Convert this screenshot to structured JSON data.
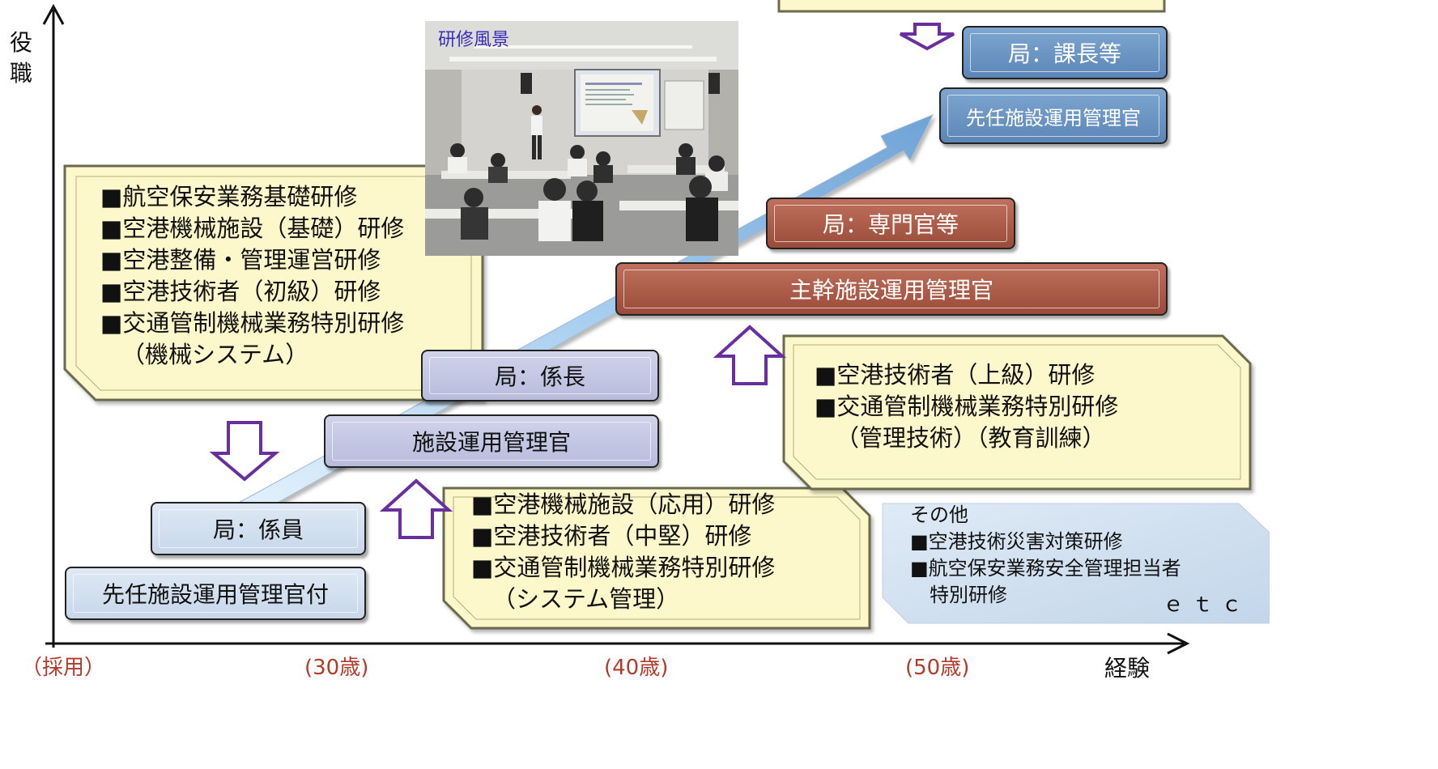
{
  "axes": {
    "y_label": "役\n職",
    "x_label": "経験",
    "ticks": [
      "（採用）",
      "(30歳)",
      "(40歳)",
      "(50歳)"
    ]
  },
  "photo": {
    "caption": "研修風景"
  },
  "roles": [
    "先任施設運用管理官付",
    "局：係員",
    "施設運用管理官",
    "局：係長",
    "主幹施設運用管理官",
    "局：専門官等",
    "先任施設運用管理官",
    "局：課長等"
  ],
  "trainings": {
    "basic": [
      "■航空保安業務基礎研修",
      "■空港機械施設（基礎）研修",
      "■空港整備・管理運営研修",
      "■空港技術者（初級）研修",
      "■交通管制機械業務特別研修",
      "（機械システム）"
    ],
    "intermediate": [
      "■空港機械施設（応用）研修",
      "■空港技術者（中堅）研修",
      "■交通管制機械業務特別研修",
      "（システム管理）"
    ],
    "advanced": [
      "■空港技術者（上級）研修",
      "■交通管制機械業務特別研修",
      "（管理技術）（教育訓練）"
    ],
    "other": {
      "heading": "その他",
      "items": [
        "■空港技術災害対策研修",
        "■航空保安業務安全管理担当者",
        "特別研修"
      ],
      "etc": "ｅｔｃ"
    }
  },
  "colors": {
    "progress_arrow": "#8fbde8",
    "transition_arrow": "#6a2f9e",
    "panel_fill": "#fdf7cc",
    "role_lightblue": "#d3e0ef",
    "role_lavender": "#c4c7e3",
    "role_brown": "#ad5e4a",
    "role_blue": "#6d96c4",
    "tick_text": "#b23b2a"
  },
  "icons": [
    "up-arrow-icon",
    "down-arrow-icon"
  ]
}
